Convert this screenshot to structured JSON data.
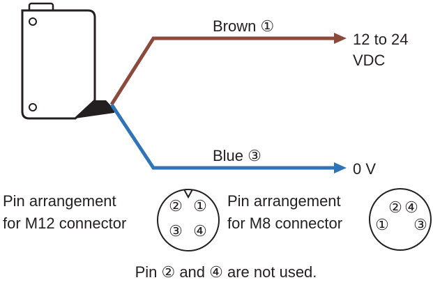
{
  "wires": {
    "brown": {
      "label": "Brown ①",
      "terminal_line1": "12 to 24",
      "terminal_line2": "VDC",
      "color": "#8b4a3c"
    },
    "blue": {
      "label": "Blue  ③",
      "terminal": "0 V",
      "color": "#2f74b8"
    }
  },
  "m12": {
    "label_line1": "Pin arrangement",
    "label_line2": "for M12 connector",
    "pins": [
      "②",
      "①",
      "③",
      "④"
    ]
  },
  "m8": {
    "label_line1": "Pin arrangement",
    "label_line2": "for M8 connector",
    "pins": [
      "②",
      "④",
      "①",
      "③"
    ]
  },
  "footnote": "Pin ② and ④ are not used."
}
